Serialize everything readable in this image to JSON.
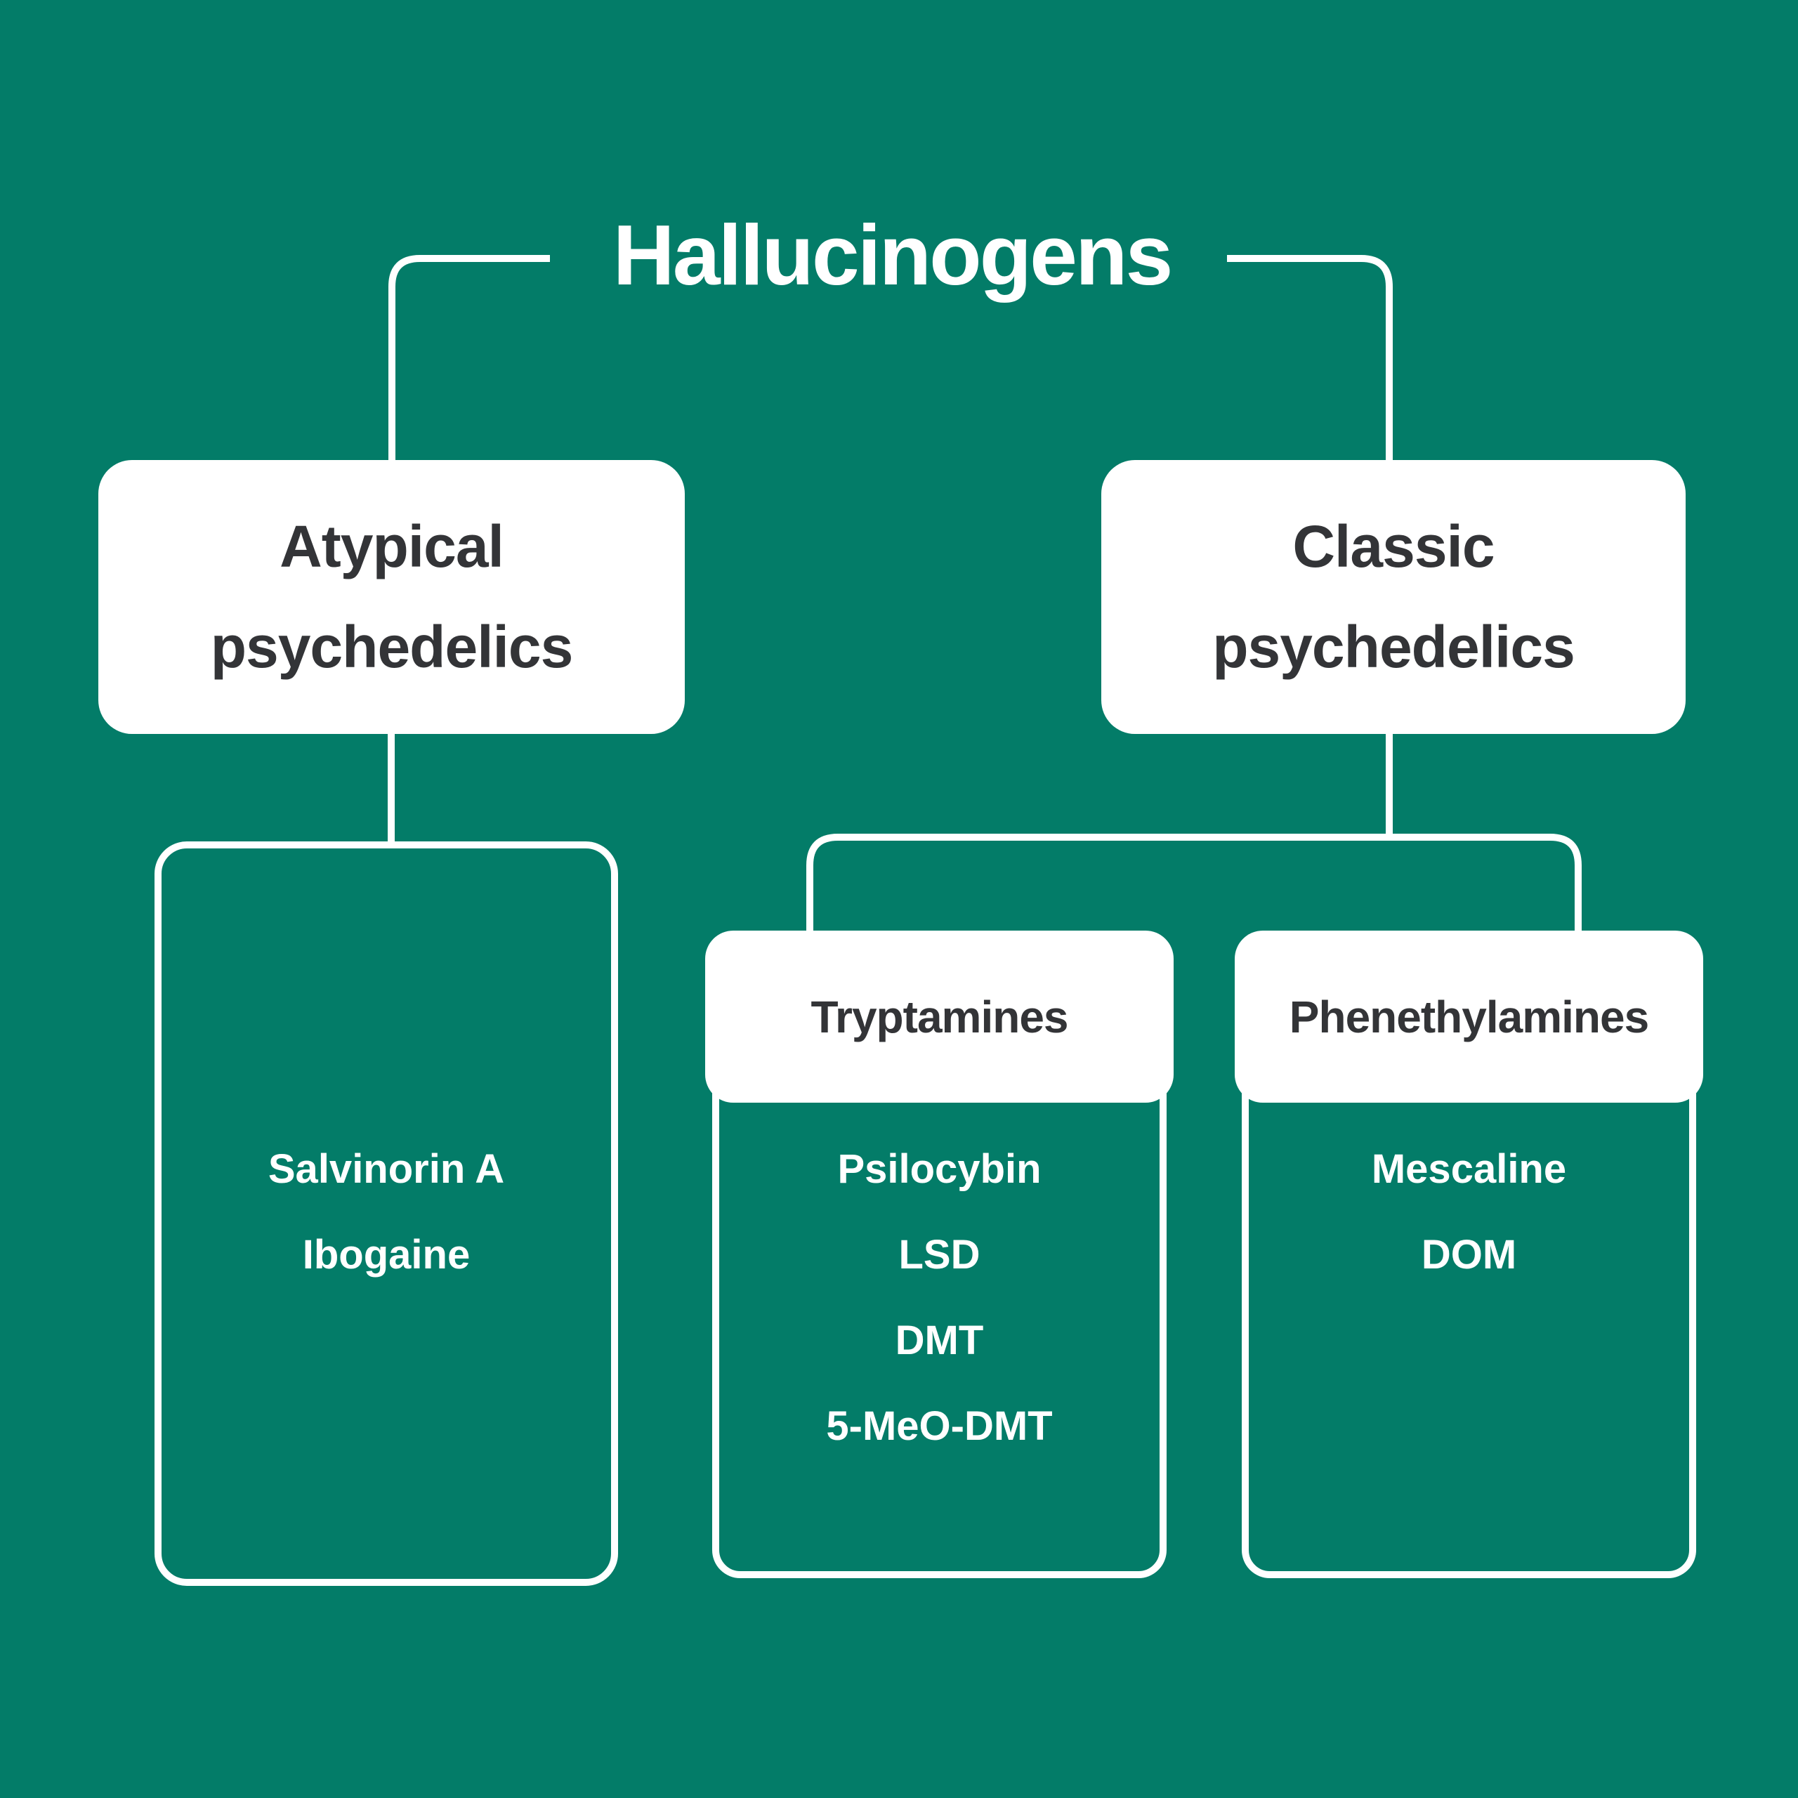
{
  "title": "Hallucinogens",
  "colors": {
    "background": "#037c68",
    "box_fill": "#ffffff",
    "box_text": "#333437",
    "connector_line": "#ffffff",
    "item_text": "#ffffff"
  },
  "branches": [
    {
      "label": "Atypical psychedelics",
      "label_lines": [
        "Atypical",
        "psychedelics"
      ],
      "items": [
        "Salvinorin A",
        "Ibogaine"
      ]
    },
    {
      "label": "Classic psychedelics",
      "label_lines": [
        "Classic",
        "psychedelics"
      ],
      "children": [
        {
          "label": "Tryptamines",
          "items": [
            "Psilocybin",
            "LSD",
            "DMT",
            "5-MeO-DMT"
          ]
        },
        {
          "label": "Phenethylamines",
          "items": [
            "Mescaline",
            "DOM"
          ]
        }
      ]
    }
  ]
}
